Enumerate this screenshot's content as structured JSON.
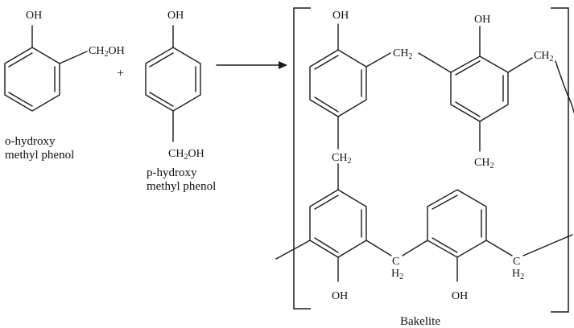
{
  "reactant1": {
    "oh": "OH",
    "ch2oh": "CH2OH",
    "name_line1": "o-hydroxy",
    "name_line2": "methyl phenol"
  },
  "plus": "+",
  "reactant2": {
    "oh": "OH",
    "ch2oh": "CH2OH",
    "name_line1": "p-hydroxy",
    "name_line2": "methyl phenol"
  },
  "product": {
    "oh_top_left": "OH",
    "oh_top_right": "OH",
    "ch2_bridge_top": "CH2",
    "ch2_end_top_right": "CH2",
    "ch2_bottom_substituent": "CH2",
    "ch2_vertical_link": "CH2",
    "h2_bridge_bottom": "H2",
    "h2_end_bottom_right": "H2",
    "c_bridge_bottom": "C",
    "c_end_bottom_right": "C",
    "oh_bottom_left": "OH",
    "oh_bottom_right": "OH",
    "name": "Bakelite"
  }
}
